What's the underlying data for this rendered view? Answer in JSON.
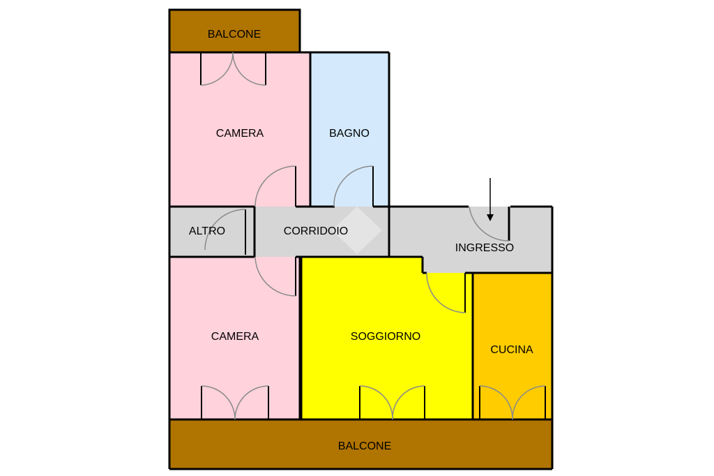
{
  "rooms": {
    "balcone_top": "BALCONE",
    "camera_top": "CAMERA",
    "bagno": "BAGNO",
    "altro": "ALTRO",
    "corridoio": "CORRIDOIO",
    "ingresso": "INGRESSO",
    "camera_bottom": "CAMERA",
    "soggiorno": "SOGGIORNO",
    "cucina": "CUCINA",
    "balcone_bottom": "BALCONE"
  },
  "colors": {
    "balcone": "#b07400",
    "camera": "#ffd2dc",
    "bagno": "#d4eafc",
    "corridoio": "#d6d6d6",
    "soggiorno": "#ffff00",
    "cucina": "#ffcc00"
  }
}
